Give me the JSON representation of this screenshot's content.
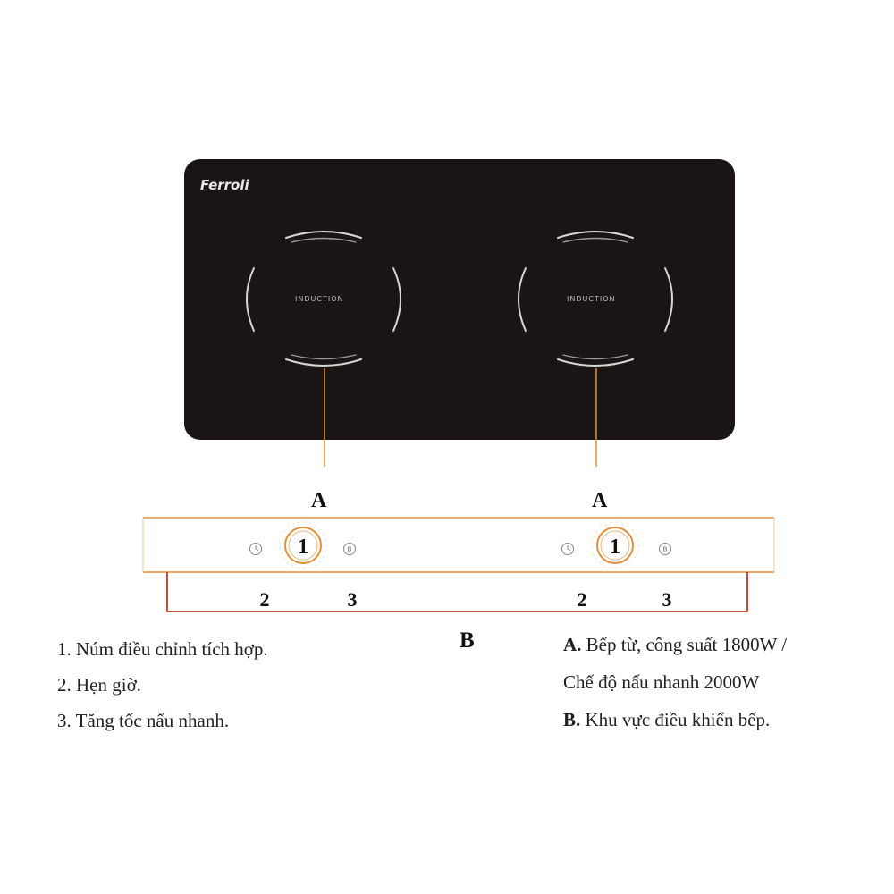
{
  "cooktop": {
    "brand": "Ferroli",
    "zones": [
      {
        "label": "INDUCTION",
        "callout": "A"
      },
      {
        "label": "INDUCTION",
        "callout": "A"
      }
    ]
  },
  "control_panel": {
    "groups": [
      {
        "knob": "1",
        "timer_callout": "2",
        "boost_callout": "3",
        "boost_icon": "B"
      },
      {
        "knob": "1",
        "timer_callout": "2",
        "boost_callout": "3",
        "boost_icon": "B"
      }
    ],
    "panel_callout": "B"
  },
  "legend_left": [
    "1. Núm điều chỉnh tích hợp.",
    "2. Hẹn giờ.",
    "3. Tăng tốc nấu nhanh."
  ],
  "legend_right": {
    "a_key": "A.",
    "a_line1": "Bếp từ, công suất 1800W /",
    "a_line2": "Chế độ nấu nhanh 2000W",
    "b_key": "B.",
    "b_text": "Khu vực điều khiển bếp."
  },
  "colors": {
    "glass": "#1a1414",
    "accent_orange": "#e0913f",
    "bracket_red": "#c0392b"
  },
  "icons": [
    "timer-icon",
    "boost-icon",
    "control-knob"
  ]
}
